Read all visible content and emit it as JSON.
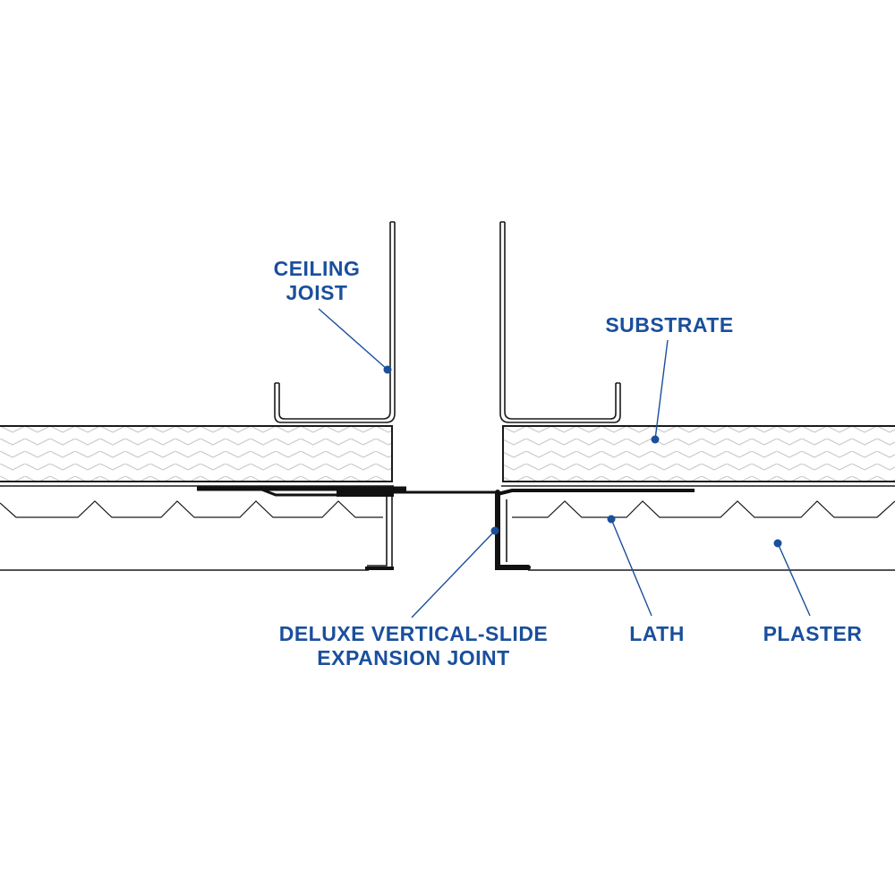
{
  "accent_color": "#1a4f9c",
  "line_color": "#1a1a1a",
  "labels": {
    "ceiling_joist": [
      "CEILING",
      "JOIST"
    ],
    "substrate": "SUBSTRATE",
    "expansion_joint": [
      "DELUXE VERTICAL-SLIDE",
      "EXPANSION JOINT"
    ],
    "lath": "LATH",
    "plaster": "PLASTER"
  }
}
